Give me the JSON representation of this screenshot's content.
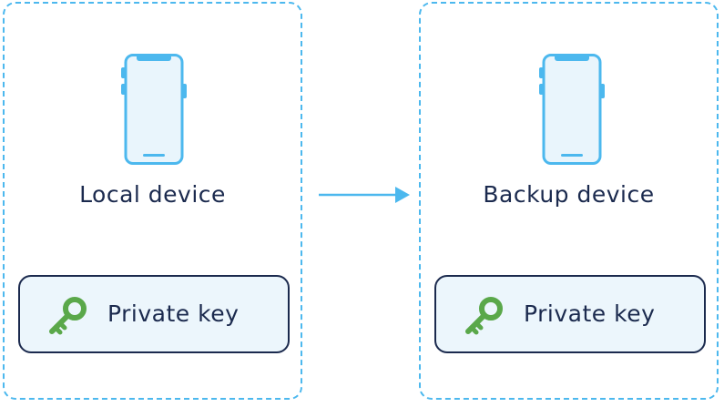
{
  "local": {
    "device_label": "Local device",
    "key_label": "Private key"
  },
  "backup": {
    "device_label": "Backup device",
    "key_label": "Private key"
  },
  "icons": {
    "device": "smartphone-icon",
    "key": "key-icon",
    "flow": "arrow-right-icon"
  },
  "colors": {
    "accent": "#4cb8ee",
    "phone_fill": "#e9f5fc",
    "key_green": "#5aa84a",
    "text": "#1b2a4e",
    "key_box_fill": "#ecf6fc"
  }
}
